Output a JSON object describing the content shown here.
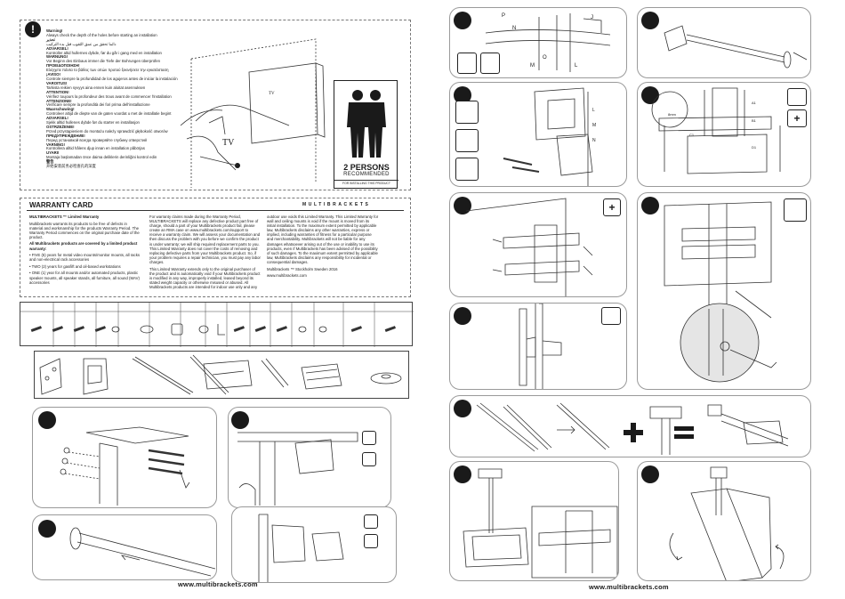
{
  "warning": {
    "lines": [
      {
        "title": "Warning!",
        "text": "Always check the depth of the holes before starting an installation"
      },
      {
        "title": "تحذير",
        "text": "دائما تحقق من عمق الثقوب قبل بدء التركيب"
      },
      {
        "title": "ADVARSEL!",
        "text": "Kontroller altid hullernes dybde, før du går i gang med en installation"
      },
      {
        "title": "WARNUNG!",
        "text": "Vor Beginn des Einbaus immer die Tiefe der Bohrungen überprüfen"
      },
      {
        "title": "ΠΡΟΕΙΔΟΠΟΙΗΣΗ!",
        "text": "Ελέγχετε πάντα το βάθος των οπών προτού ξεκινήσετε την εγκατάσταση"
      },
      {
        "title": "¡AVISO!",
        "text": "Controle siempre la profundidad de los agujeros antes de iniciar la instalación"
      },
      {
        "title": "VAROITUS!",
        "text": "Tarkista reikien syvyys aina ennen kuin aloitat asennuksen"
      },
      {
        "title": "ATTENTION!",
        "text": "Vérifiez toujours la profondeur des trous avant de commencer l'installation"
      },
      {
        "title": "ATTENZIONE!",
        "text": "Verificare sempre la profondità dei fori prima dell'installazione"
      },
      {
        "title": "Waarschuwing!",
        "text": "Controleer altijd de diepte van de gaten voordat u met de installatie begint"
      },
      {
        "title": "ADVARSEL!",
        "text": "Sjekk alltid hullenes dybde før du starter en installasjon"
      },
      {
        "title": "OSTRZEŻENIE!",
        "text": "Przed przystąpieniem do montażu należy sprawdzić głębokość otworów"
      },
      {
        "title": "ПРЕДУПРЕЖДЕНИЕ!",
        "text": "Перед установкой всегда проверяйте глубину отверстий"
      },
      {
        "title": "VARNING!",
        "text": "Kontrollera alltid hålens djup innan en installation påbörjas"
      },
      {
        "title": "UYARI!",
        "text": "Montaja başlamadan önce daima deliklerin derinliğini kontrol edin"
      },
      {
        "title": "警告",
        "text": "开始安装前务必检查孔的深度"
      }
    ],
    "tv_label": "TV"
  },
  "persons": {
    "count_label": "2 PERSONS",
    "recommended": "RECOMMENDED",
    "note": "FOR INSTALLING THIS PRODUCT"
  },
  "warranty": {
    "title": "WARRANTY CARD",
    "brand": "MULTIBRACKETS",
    "col1": [
      "MULTIBRACKETS ™ Limited Warranty",
      "Multibrackets warrants its products to be free of defects in material and workmanship for the products Warranty Period. The Warranty Period commences on the original purchase date of the product.",
      "All Multibrackets products are covered by a limited product warranty:",
      "• FIVE (5) years for metal video mounts/monitor mounts, all racks and non-electrical rack accessories",
      "• TWO (2) years for gas/lift and oil-based workstations",
      "• ONE (1) year for all mounts and/or automated products, plastic speaker mounts, all speaker stands, all furniture, all sound (MAV) accessories"
    ],
    "col2": [
      "For warranty claims made during the Warranty Period, MULTIBRACKETS will replace any defective product part free of charge, should a part of your Multibrackets product fail, please create an RMA case on www.multibrackets.com/support to receive a warranty claim. We will assess your documentation and then discuss the problem with you before we confirm the product is under warranty; we will ship required replacement parts to you. This Limited Warranty does not cover the costs of removing and replacing defective parts from your Multibrackets product. So, if your problem requires a repair technician, you must pay any labor charges.",
      "This Limited Warranty extends only to the original purchaser of the product and is automatically void if your Multibrackets product is modified in any way, improperly installed, leased beyond its stated weight capacity or otherwise misused or abused. All Multibrackets products are intended for indoor use only and any"
    ],
    "col3": [
      "outdoor use voids this Limited Warranty. This Limited Warranty for wall and ceiling mounts is void if the mount is moved from its initial installation. To the maximum extent permitted by applicable law, Multibrackets disclaims any other warranties, express or implied, including warranties of fitness for a particular purpose and merchantability. Multibrackets will not be liable for any damages whatsoever arising out of the use or inability to use its products, even if Multibrackets has been advised of the possibility of such damages. To the maximum extent permitted by applicable law, Multibrackets disclaims any responsibility for incidental or consequential damages.",
      "Multibrackets ™ Stockholm Sweden 2016",
      "www.multibrackets.com"
    ]
  },
  "footer": {
    "left_url": "www.multibrackets.com",
    "right_url": "www.multibrackets.com"
  },
  "diagram_letters": {
    "step1": [
      "P",
      "N",
      "M",
      "O",
      "J",
      "L"
    ],
    "step3": [
      "L",
      "M",
      "N"
    ],
    "step4_dims": [
      "A1",
      "B1",
      "C1",
      "D1",
      "8mm"
    ]
  },
  "icons": {
    "warning": "warning-icon",
    "plus": "plus-sign",
    "equals": "equals-sign"
  }
}
